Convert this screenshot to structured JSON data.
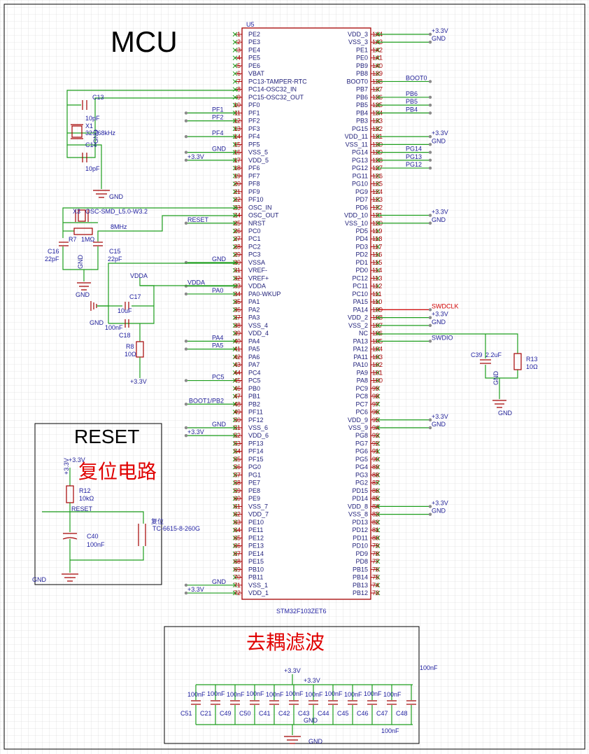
{
  "titles": {
    "mcu": "MCU",
    "reset": "RESET",
    "reset_cn": "复位电路",
    "decoupling_cn": "去耦滤波"
  },
  "chip": {
    "designator": "U5",
    "part": "STM32F103ZET6"
  },
  "pins_left": [
    [
      "1",
      "PE2"
    ],
    [
      "2",
      "PE3"
    ],
    [
      "3",
      "PE4"
    ],
    [
      "4",
      "PE5"
    ],
    [
      "5",
      "PE6"
    ],
    [
      "6",
      "VBAT"
    ],
    [
      "7",
      "PC13-TAMPER-RTC"
    ],
    [
      "8",
      "PC14-OSC32_IN"
    ],
    [
      "9",
      "PC15-OSC32_OUT"
    ],
    [
      "10",
      "PF0"
    ],
    [
      "11",
      "PF1"
    ],
    [
      "12",
      "PF2"
    ],
    [
      "13",
      "PF3"
    ],
    [
      "14",
      "PF4"
    ],
    [
      "15",
      "PF5"
    ],
    [
      "16",
      "VSS_5"
    ],
    [
      "17",
      "VDD_5"
    ],
    [
      "18",
      "PF6"
    ],
    [
      "19",
      "PF7"
    ],
    [
      "20",
      "PF8"
    ],
    [
      "21",
      "PF9"
    ],
    [
      "22",
      "PF10"
    ],
    [
      "23",
      "OSC_IN"
    ],
    [
      "24",
      "OSC_OUT"
    ],
    [
      "25",
      "NRST"
    ],
    [
      "26",
      "PC0"
    ],
    [
      "27",
      "PC1"
    ],
    [
      "28",
      "PC2"
    ],
    [
      "29",
      "PC3"
    ],
    [
      "30",
      "VSSA"
    ],
    [
      "31",
      "VREF-"
    ],
    [
      "32",
      "VREF+"
    ],
    [
      "33",
      "VDDA"
    ],
    [
      "34",
      "PA0-WKUP"
    ],
    [
      "35",
      "PA1"
    ],
    [
      "36",
      "PA2"
    ],
    [
      "37",
      "PA3"
    ],
    [
      "38",
      "VSS_4"
    ],
    [
      "39",
      "VDD_4"
    ],
    [
      "40",
      "PA4"
    ],
    [
      "41",
      "PA5"
    ],
    [
      "42",
      "PA6"
    ],
    [
      "43",
      "PA7"
    ],
    [
      "44",
      "PC4"
    ],
    [
      "45",
      "PC5"
    ],
    [
      "46",
      "PB0"
    ],
    [
      "47",
      "PB1"
    ],
    [
      "48",
      "PB2"
    ],
    [
      "49",
      "PF11"
    ],
    [
      "50",
      "PF12"
    ],
    [
      "51",
      "VSS_6"
    ],
    [
      "52",
      "VDD_6"
    ],
    [
      "53",
      "PF13"
    ],
    [
      "54",
      "PF14"
    ],
    [
      "55",
      "PF15"
    ],
    [
      "56",
      "PG0"
    ],
    [
      "57",
      "PG1"
    ],
    [
      "58",
      "PE7"
    ],
    [
      "59",
      "PE8"
    ],
    [
      "60",
      "PE9"
    ],
    [
      "61",
      "VSS_7"
    ],
    [
      "62",
      "VDD_7"
    ],
    [
      "63",
      "PE10"
    ],
    [
      "64",
      "PE11"
    ],
    [
      "65",
      "PE12"
    ],
    [
      "66",
      "PE13"
    ],
    [
      "67",
      "PE14"
    ],
    [
      "68",
      "PE15"
    ],
    [
      "69",
      "PB10"
    ],
    [
      "70",
      "PB11"
    ],
    [
      "71",
      "VSS_1"
    ],
    [
      "72",
      "VDD_1"
    ]
  ],
  "pins_right": [
    [
      "144",
      "VDD_3"
    ],
    [
      "143",
      "VSS_3"
    ],
    [
      "142",
      "PE1"
    ],
    [
      "141",
      "PE0"
    ],
    [
      "140",
      "PB9"
    ],
    [
      "139",
      "PB8"
    ],
    [
      "138",
      "BOOT0"
    ],
    [
      "137",
      "PB7"
    ],
    [
      "136",
      "PB6"
    ],
    [
      "135",
      "PB5"
    ],
    [
      "134",
      "PB4"
    ],
    [
      "133",
      "PB3"
    ],
    [
      "132",
      "PG15"
    ],
    [
      "131",
      "VDD_11"
    ],
    [
      "130",
      "VSS_11"
    ],
    [
      "129",
      "PG14"
    ],
    [
      "128",
      "PG13"
    ],
    [
      "127",
      "PG12"
    ],
    [
      "126",
      "PG11"
    ],
    [
      "125",
      "PG10"
    ],
    [
      "124",
      "PG9"
    ],
    [
      "123",
      "PD7"
    ],
    [
      "122",
      "PD6"
    ],
    [
      "121",
      "VDD_10"
    ],
    [
      "120",
      "VSS_10"
    ],
    [
      "119",
      "PD5"
    ],
    [
      "118",
      "PD4"
    ],
    [
      "117",
      "PD3"
    ],
    [
      "116",
      "PD2"
    ],
    [
      "115",
      "PD1"
    ],
    [
      "114",
      "PD0"
    ],
    [
      "113",
      "PC12"
    ],
    [
      "112",
      "PC11"
    ],
    [
      "111",
      "PC10"
    ],
    [
      "110",
      "PA15"
    ],
    [
      "109",
      "PA14"
    ],
    [
      "108",
      "VDD_2"
    ],
    [
      "107",
      "VSS_2"
    ],
    [
      "106",
      "NC"
    ],
    [
      "105",
      "PA13"
    ],
    [
      "104",
      "PA12"
    ],
    [
      "103",
      "PA11"
    ],
    [
      "102",
      "PA10"
    ],
    [
      "101",
      "PA9"
    ],
    [
      "100",
      "PA8"
    ],
    [
      "99",
      "PC9"
    ],
    [
      "98",
      "PC8"
    ],
    [
      "97",
      "PC7"
    ],
    [
      "96",
      "PC6"
    ],
    [
      "95",
      "VDD_9"
    ],
    [
      "94",
      "VSS_9"
    ],
    [
      "93",
      "PG8"
    ],
    [
      "92",
      "PG7"
    ],
    [
      "91",
      "PG6"
    ],
    [
      "90",
      "PG5"
    ],
    [
      "89",
      "PG4"
    ],
    [
      "88",
      "PG3"
    ],
    [
      "87",
      "PG2"
    ],
    [
      "86",
      "PD15"
    ],
    [
      "85",
      "PD14"
    ],
    [
      "84",
      "VDD_8"
    ],
    [
      "83",
      "VSS_8"
    ],
    [
      "82",
      "PD13"
    ],
    [
      "81",
      "PD12"
    ],
    [
      "80",
      "PD11"
    ],
    [
      "79",
      "PD10"
    ],
    [
      "78",
      "PD9"
    ],
    [
      "77",
      "PD8"
    ],
    [
      "76",
      "PB15"
    ],
    [
      "75",
      "PB14"
    ],
    [
      "74",
      "PB13"
    ],
    [
      "73",
      "PB12"
    ]
  ],
  "nets_left": [
    {
      "pin": 11,
      "text": "PF1"
    },
    {
      "pin": 12,
      "text": "PF2"
    },
    {
      "pin": 14,
      "text": "PF4"
    },
    {
      "pin": 16,
      "text": "GND"
    },
    {
      "pin": 17,
      "text": "+3.3V"
    },
    {
      "pin": 25,
      "text": "RESET"
    },
    {
      "pin": 30,
      "text": "GND"
    },
    {
      "pin": 33,
      "text": "VDDA"
    },
    {
      "pin": 34,
      "text": "PA0"
    },
    {
      "pin": 40,
      "text": "PA4"
    },
    {
      "pin": 41,
      "text": "PA5"
    },
    {
      "pin": 45,
      "text": "PC5"
    },
    {
      "pin": 48,
      "text": "BOOT1/PB2"
    },
    {
      "pin": 51,
      "text": "GND"
    },
    {
      "pin": 52,
      "text": "+3.3V"
    },
    {
      "pin": 71,
      "text": "GND"
    },
    {
      "pin": 72,
      "text": "+3.3V"
    }
  ],
  "nets_right": [
    {
      "pin": 144,
      "text": "+3.3V"
    },
    {
      "pin": 143,
      "text": "GND"
    },
    {
      "pin": 138,
      "text": "BOOT0"
    },
    {
      "pin": 136,
      "text": "PB6"
    },
    {
      "pin": 135,
      "text": "PB5"
    },
    {
      "pin": 134,
      "text": "PB4"
    },
    {
      "pin": 131,
      "text": "+3.3V"
    },
    {
      "pin": 130,
      "text": "GND"
    },
    {
      "pin": 129,
      "text": "PG14"
    },
    {
      "pin": 128,
      "text": "PG13"
    },
    {
      "pin": 127,
      "text": "PG12"
    },
    {
      "pin": 121,
      "text": "+3.3V"
    },
    {
      "pin": 120,
      "text": "GND"
    },
    {
      "pin": 109,
      "text": "SWDCLK"
    },
    {
      "pin": 108,
      "text": "+3.3V"
    },
    {
      "pin": 107,
      "text": "GND"
    },
    {
      "pin": 105,
      "text": "SWDIO"
    },
    {
      "pin": 95,
      "text": "+3.3V"
    },
    {
      "pin": 94,
      "text": "GND"
    },
    {
      "pin": 84,
      "text": "+3.3V"
    },
    {
      "pin": 83,
      "text": "GND"
    }
  ],
  "parts": {
    "c13": "C13",
    "c13v": "10pF",
    "x1": "X1",
    "x1v": "32.768kHz",
    "c14": "C14",
    "c14v": "10pF",
    "x3": "X3",
    "x3v": "OSC-SMD_L5.0-W3.2",
    "r7": "R7",
    "r7v": "1MΩ",
    "x3f": "8MHz",
    "c16": "C16",
    "c16v": "22pF",
    "c15": "C15",
    "c15v": "22pF",
    "c17": "C17",
    "c17v": "10uF",
    "c18": "C18",
    "c18v": "100nF",
    "r8": "R8",
    "r8v": "10Ω",
    "c39": "C39",
    "c39v": "2.2uF",
    "r13": "R13",
    "r13v": "10Ω",
    "r12": "R12",
    "r12v": "10kΩ",
    "c40": "C40",
    "c40v": "100nF",
    "sw": "复位",
    "swv": "TC-6615-8-260G"
  },
  "labels": {
    "gnd": "GND",
    "v33": "+3.3V",
    "vdda": "VDDA",
    "reset": "RESET",
    "n100": "100nF"
  },
  "decoupling": [
    "C51",
    "C21",
    "C49",
    "C50",
    "C41",
    "C42",
    "C43",
    "C44",
    "C45",
    "C46",
    "C47",
    "C48"
  ]
}
